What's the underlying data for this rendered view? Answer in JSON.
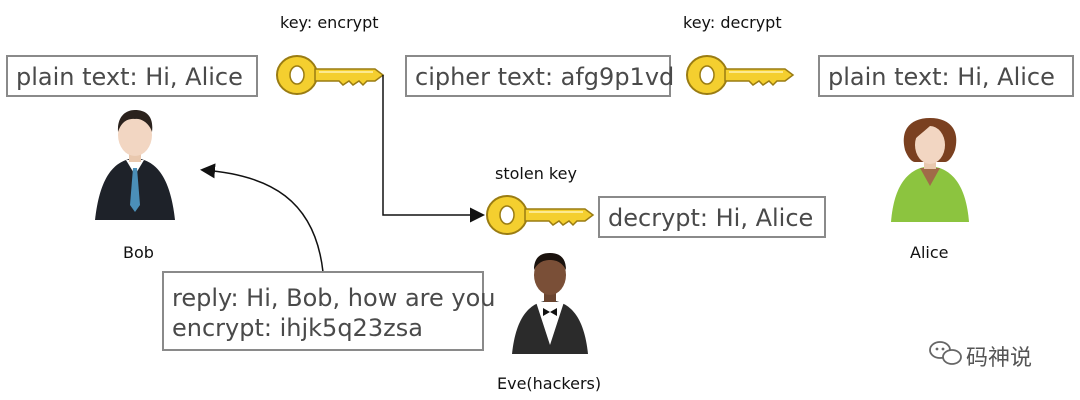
{
  "keys": {
    "encrypt_label": "key: encrypt",
    "decrypt_label": "key: decrypt",
    "stolen_label": "stolen key"
  },
  "boxes": {
    "bob_plain": "plain text: Hi, Alice",
    "cipher": "cipher text: afg9p1vd",
    "alice_plain": "plain text: Hi, Alice",
    "eve_decrypt": "decrypt: Hi, Alice",
    "reply_line1": "reply: Hi, Bob, how are you",
    "reply_line2": "encrypt: ihjk5q23zsa"
  },
  "people": {
    "bob": "Bob",
    "alice": "Alice",
    "eve": "Eve(hackers)"
  },
  "watermark": {
    "text": "码神说",
    "icon": "wechat-icon"
  },
  "colors": {
    "key_fill": "#f4cf2f",
    "key_stroke": "#9a7c12",
    "box_border": "#8a8a8a",
    "box_text": "#4a4a4a"
  }
}
